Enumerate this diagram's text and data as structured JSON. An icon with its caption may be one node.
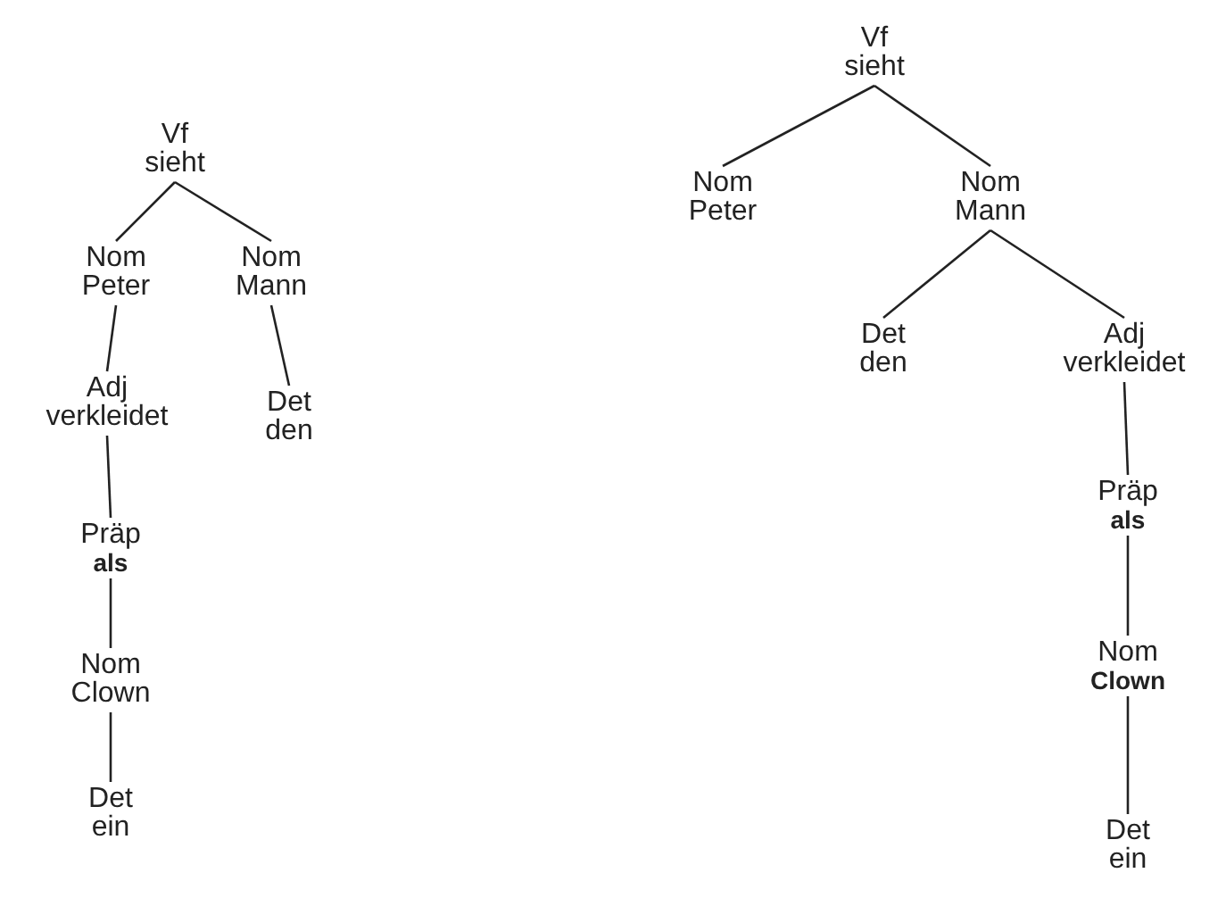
{
  "diagram": {
    "nodes": [
      {
        "text": [
          "Vf",
          "sieht"
        ]
      },
      {
        "text": [
          "Nom",
          "Peter"
        ]
      },
      {
        "text": [
          "Nom",
          "Mann"
        ]
      },
      {
        "text": [
          "Adj",
          "verkleidet"
        ]
      },
      {
        "text": [
          "Det",
          "den"
        ]
      },
      {
        "text": [
          "Präp",
          "als"
        ]
      },
      {
        "text": [
          "Nom",
          "Clown"
        ]
      },
      {
        "text": [
          "Det",
          "ein"
        ]
      },
      {
        "text": [
          "Vf",
          "sieht"
        ]
      },
      {
        "text": [
          "Nom",
          "Peter"
        ]
      },
      {
        "text": [
          "Nom",
          "Mann"
        ]
      },
      {
        "text": [
          "Det",
          "den"
        ]
      },
      {
        "text": [
          "Adj",
          "verkleidet"
        ]
      },
      {
        "text": [
          "Präp",
          "als"
        ]
      },
      {
        "text": [
          "Nom",
          "Clown"
        ]
      },
      {
        "text": [
          "Det",
          "ein"
        ]
      }
    ],
    "edges": [
      {
        "from": 0,
        "to": 1,
        "arrow": "none"
      },
      {
        "from": 0,
        "to": 2,
        "arrow": "none"
      },
      {
        "from": 1,
        "to": 3,
        "arrow": "none"
      },
      {
        "from": 2,
        "to": 4,
        "arrow": "none"
      },
      {
        "from": 3,
        "to": 5,
        "arrow": "none"
      },
      {
        "from": 5,
        "to": 6,
        "arrow": "none"
      },
      {
        "from": 6,
        "to": 7,
        "arrow": "none"
      },
      {
        "from": 8,
        "to": 9,
        "arrow": "none"
      },
      {
        "from": 8,
        "to": 10,
        "arrow": "none"
      },
      {
        "from": 10,
        "to": 11,
        "arrow": "none"
      },
      {
        "from": 10,
        "to": 12,
        "arrow": "none"
      },
      {
        "from": 12,
        "to": 13,
        "arrow": "none"
      },
      {
        "from": 13,
        "to": 14,
        "arrow": "none"
      },
      {
        "from": 14,
        "to": 15,
        "arrow": "none"
      }
    ]
  }
}
